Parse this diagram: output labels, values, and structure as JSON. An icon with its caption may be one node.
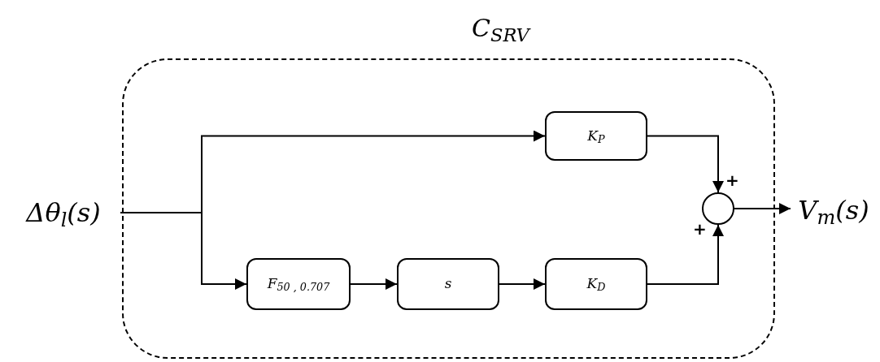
{
  "diagram": {
    "nodes": [
      {
        "text": [
          "C$_{SRV}$"
        ]
      },
      {
        "text": [
          "Δθ$_{l}$(s)"
        ]
      },
      {
        "text": [
          "K$_{P}$"
        ],
        "in": 0
      },
      {
        "text": [
          "F$_{50 , 0.707}$"
        ],
        "in": 0
      },
      {
        "text": [
          "s"
        ],
        "in": 0
      },
      {
        "text": [
          "K$_{D}$"
        ],
        "in": 0
      },
      {
        "text": [],
        "shape": "circle",
        "in": 0
      },
      {
        "text": [
          "V$_{m}$(s)"
        ]
      }
    ],
    "edges": [
      {
        "from": 1,
        "to": 2,
        "arrow": "to"
      },
      {
        "from": 1,
        "to": 3,
        "arrow": "to"
      },
      {
        "from": 3,
        "to": 4,
        "arrow": "to"
      },
      {
        "from": 4,
        "to": 5,
        "arrow": "to"
      },
      {
        "from": 2,
        "to": 6,
        "arrow": "to"
      },
      {
        "from": 5,
        "to": 6,
        "arrow": "to"
      },
      {
        "from": 6,
        "to": 7,
        "arrow": "to"
      }
    ],
    "labels": [
      "+",
      "+"
    ]
  }
}
